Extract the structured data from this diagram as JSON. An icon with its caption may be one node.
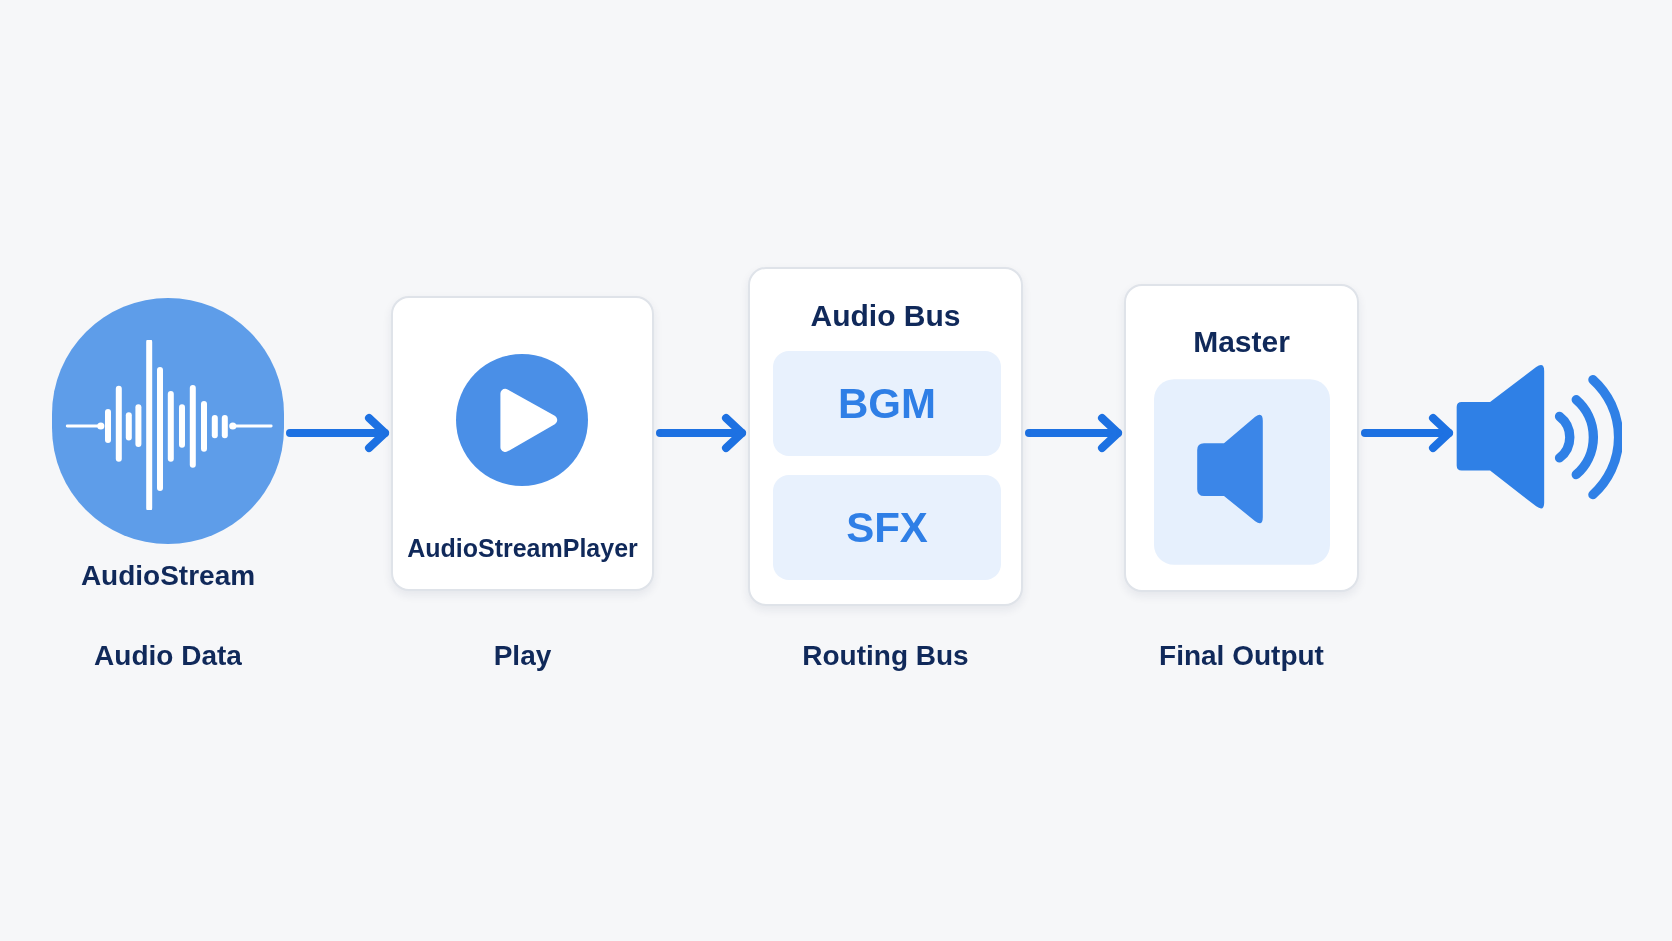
{
  "diagram": {
    "nodes": [
      {
        "text": [
          "AudioStream"
        ],
        "beside": [
          "Audio Data"
        ]
      },
      {
        "text": [
          "AudioStreamPlayer"
        ],
        "beside": [
          "Play"
        ]
      },
      {
        "text": [
          "Audio Bus"
        ],
        "beside": [
          "Routing Bus"
        ]
      },
      {
        "text": [
          "BGM"
        ],
        "in": 2
      },
      {
        "text": [
          "SFX"
        ],
        "in": 2
      },
      {
        "text": [
          "Master"
        ],
        "beside": [
          "Final Output"
        ]
      },
      {
        "text": [],
        "shape": "picture"
      }
    ],
    "edges": [
      {
        "from": 0,
        "to": 1,
        "arrow": "to"
      },
      {
        "from": 1,
        "to": 2,
        "arrow": "to"
      },
      {
        "from": 2,
        "to": 5,
        "arrow": "to"
      },
      {
        "from": 5,
        "to": 6,
        "arrow": "to"
      }
    ]
  }
}
